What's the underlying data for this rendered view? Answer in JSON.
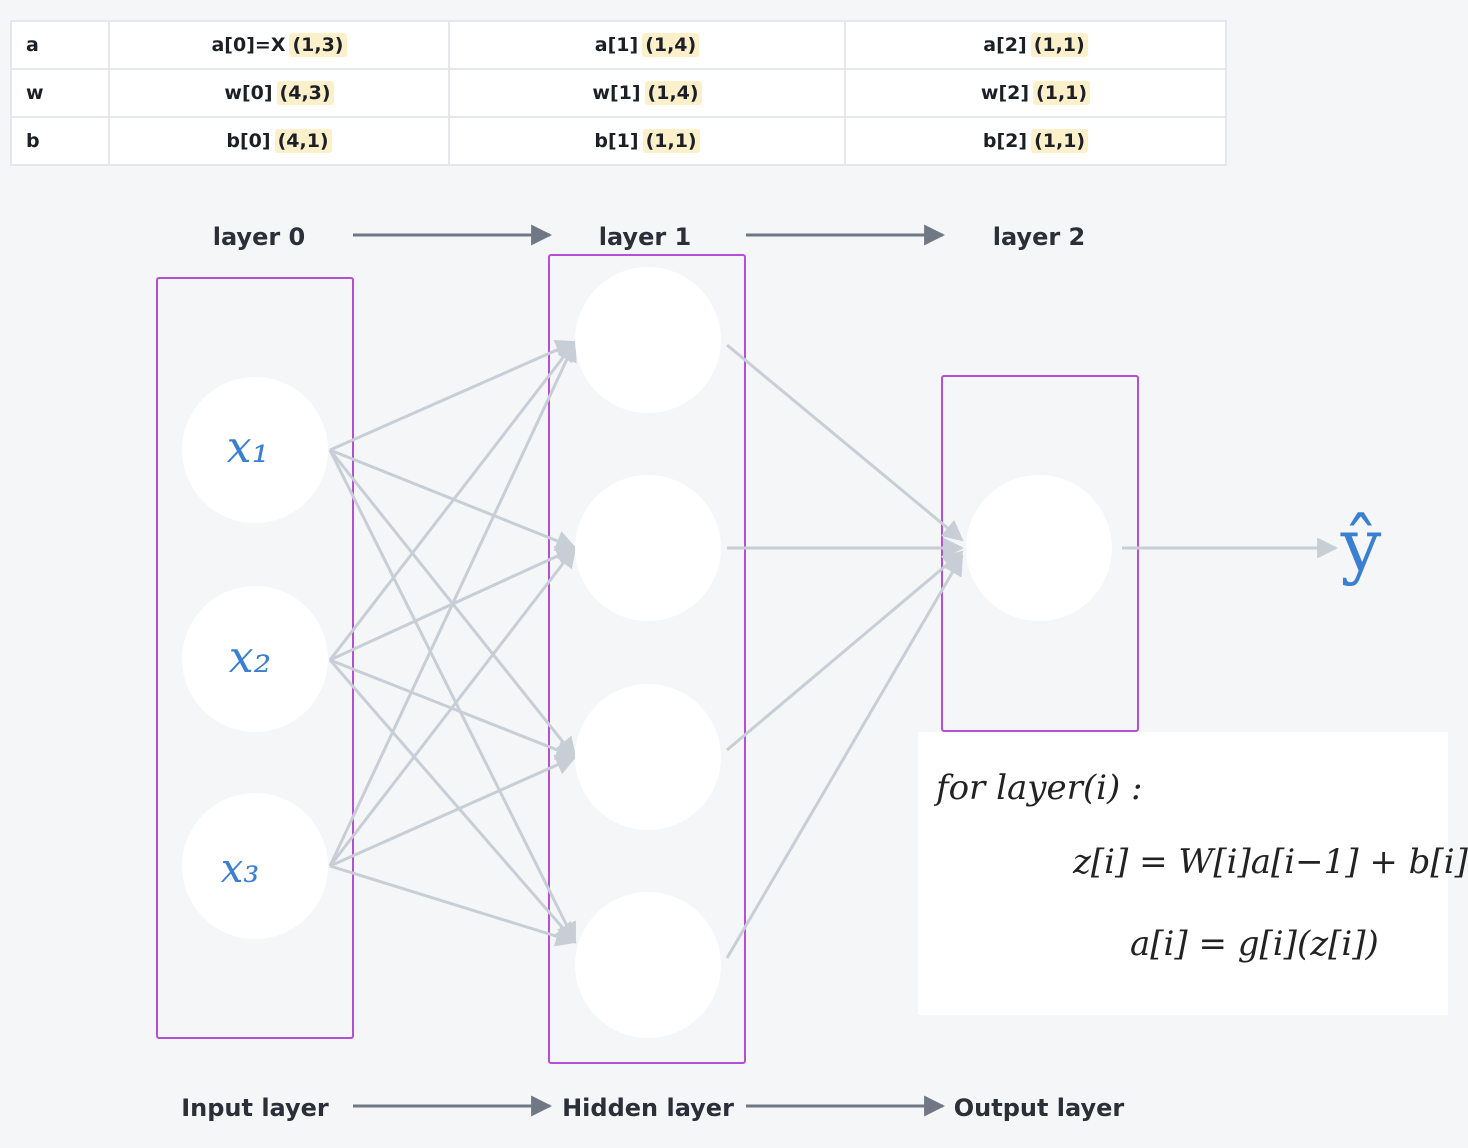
{
  "table": {
    "rows": [
      {
        "head": "a",
        "cells": [
          {
            "label": "a[0]=X",
            "dim": "(1,3)"
          },
          {
            "label": "a[1]",
            "dim": "(1,4)"
          },
          {
            "label": "a[2]",
            "dim": "(1,1)"
          }
        ]
      },
      {
        "head": "w",
        "cells": [
          {
            "label": "w[0]",
            "dim": "(4,3)"
          },
          {
            "label": "w[1]",
            "dim": "(1,4)"
          },
          {
            "label": "w[2]",
            "dim": "(1,1)"
          }
        ]
      },
      {
        "head": "b",
        "cells": [
          {
            "label": "b[0]",
            "dim": "(4,1)"
          },
          {
            "label": "b[1]",
            "dim": "(1,1)"
          },
          {
            "label": "b[2]",
            "dim": "(1,1)"
          }
        ]
      }
    ]
  },
  "layers": {
    "top_labels": [
      "layer 0",
      "layer 1",
      "layer 2"
    ],
    "bottom_labels": [
      "Input layer",
      "Hidden layer",
      "Output layer"
    ]
  },
  "inputs": [
    "x₁",
    "x₂",
    "x₃"
  ],
  "output_symbol": "ŷ",
  "formula": {
    "heading": "for layer(i) :",
    "z_line": "z[i] = W[i]a[i−1] + b[i]",
    "a_line": "a[i] = g[i](z[i])"
  },
  "colors": {
    "background": "#f5f6f8",
    "box_outline": "#b44fd6",
    "edge": "#c7ced6",
    "arrow": "#6f7884",
    "handwriting": "#3a7fd1"
  }
}
